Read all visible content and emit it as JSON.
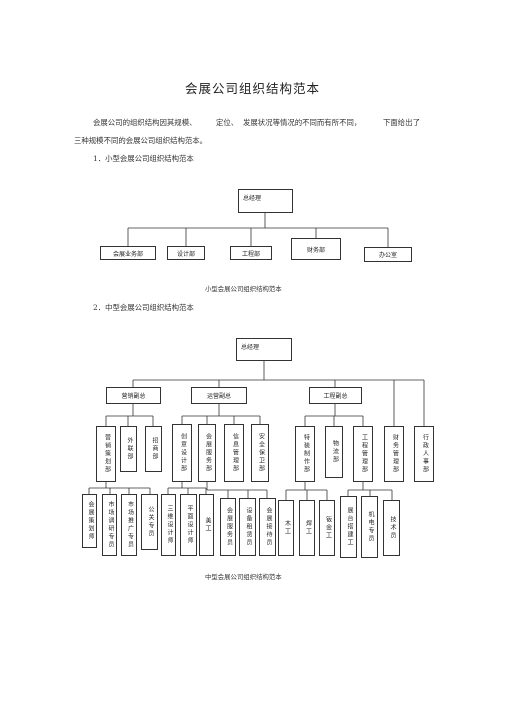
{
  "doc": {
    "title": "会展公司组织结构范本",
    "intro_line1_a": "会展公司的组织结构因其规模、",
    "intro_line1_b": "定位、",
    "intro_line1_c": "发展状况等情况的不同而有所不同，",
    "intro_line1_d": "下面给出了",
    "intro_line2": "三种规模不同的会展公司组织结构范本。",
    "section1": "1．小型会展公司组织结构范本",
    "caption1": "小型会展公司组织结构范本",
    "section2": "2．中型会展公司组织结构范本",
    "caption2": "中型会展公司组织结构范本"
  },
  "small_chart": {
    "root": "总经理",
    "depts": [
      "会展业务部",
      "设计部",
      "工程部",
      "财务部",
      "办公室"
    ]
  },
  "medium_chart": {
    "root": "总经理",
    "vps": [
      "营销副总",
      "运营副总",
      "工程副总"
    ],
    "sales_depts": [
      "营销策划部",
      "外联部",
      "招商部"
    ],
    "ops_depts": [
      "创意设计部",
      "会展服务部",
      "信息管理部",
      "安全保卫部"
    ],
    "eng_depts": [
      "特装制作部",
      "物流部",
      "工程管理部"
    ],
    "staff_depts": [
      "财务管理部",
      "行政人事部"
    ],
    "sales_staff": [
      "会展策划师",
      "市场调研专员",
      "市场推广专员",
      "公关专员"
    ],
    "design_staff": [
      "三维设计师",
      "平面设计师",
      "美工"
    ],
    "service_staff": [
      "会展服务员",
      "设备租赁员",
      "会展接待员"
    ],
    "build_staff": [
      "木工",
      "焊工",
      "钣金工"
    ],
    "mgmt_staff": [
      "展台搭建工",
      "机电专员",
      "技术员"
    ]
  }
}
